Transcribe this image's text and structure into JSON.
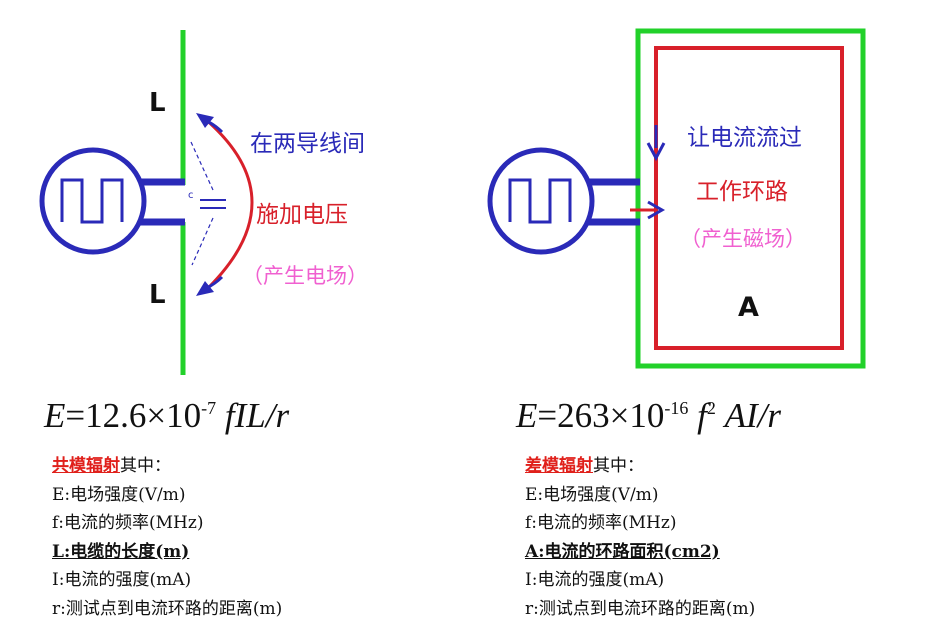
{
  "left": {
    "label_L_top": "L",
    "label_L_bottom": "L",
    "label_C": "c",
    "text_blue": "在两导线间",
    "text_red": "施加电压",
    "text_pink": "（产生电场）",
    "formula": {
      "lhs": "E",
      "coef": "12.6×10",
      "exp": "-7",
      "vars": "fIL/r"
    },
    "legend": {
      "heading_red": "共模辐射",
      "heading_rest": "其中：",
      "lines": [
        "E:电场强度(V/m)",
        "f:电流的频率(MHz)"
      ],
      "bold_line": "L:电缆的长度(m)",
      "lines2": [
        "I:电流的强度(mA)",
        "r:测试点到电流环路的距离(m)"
      ]
    }
  },
  "right": {
    "text_blue": "让电流流过",
    "text_red": "工作环路",
    "text_pink": "（产生磁场）",
    "label_A": "A",
    "formula": {
      "lhs": "E",
      "coef": "263×10",
      "exp": "-16",
      "f": "f",
      "f_exp": "2",
      "vars": "AI/r"
    },
    "legend": {
      "heading_red": "差模辐射",
      "heading_rest": "其中：",
      "lines": [
        "E:电场强度(V/m)",
        "f:电流的频率(MHz)"
      ],
      "bold_line": "A:电流的环路面积(cm2)",
      "lines2": [
        "I:电流的强度(mA)",
        "r:测试点到电流环路的距离(m)"
      ]
    }
  },
  "colors": {
    "green": "#22d12a",
    "blue": "#2a2ab8",
    "red": "#d8202a",
    "pink": "#f060d0"
  }
}
